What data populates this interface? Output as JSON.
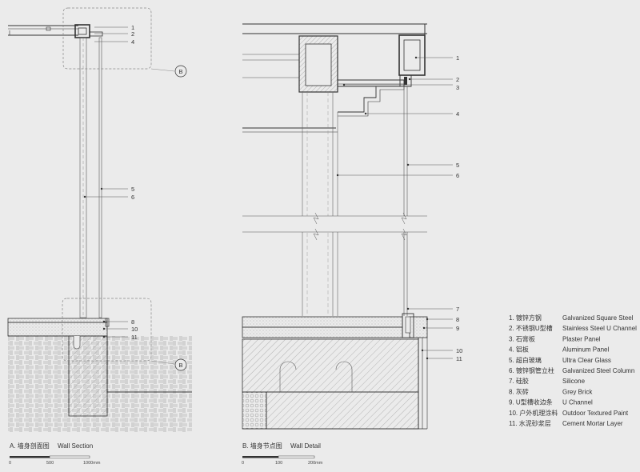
{
  "panelA": {
    "caption_cn": "A. 墙身剖面图",
    "caption_en": "Wall Section",
    "scale": [
      "0",
      "500",
      "1000mm"
    ],
    "callouts": [
      "1",
      "2",
      "4",
      "5",
      "6",
      "8",
      "10",
      "11"
    ],
    "detail_tag": "B"
  },
  "panelB": {
    "caption_cn": "B. 墙身节点图",
    "caption_en": "Wall Detail",
    "scale": [
      "0",
      "100",
      "200mm"
    ],
    "callouts": [
      "1",
      "2",
      "3",
      "4",
      "5",
      "6",
      "7",
      "8",
      "9",
      "10",
      "11"
    ]
  },
  "legend": [
    {
      "cn": "1. 镀锌方钢",
      "en": "Galvanized Square Steel"
    },
    {
      "cn": "2. 不锈钢U型槽",
      "en": "Stainless Steel U Channel"
    },
    {
      "cn": "3. 石膏板",
      "en": "Plaster Panel"
    },
    {
      "cn": "4. 铝板",
      "en": "Aluminum Panel"
    },
    {
      "cn": "5. 超白玻璃",
      "en": "Ultra Clear Glass"
    },
    {
      "cn": "6. 镀锌钢管立柱",
      "en": "Galvanized Steel Column"
    },
    {
      "cn": "7. 硅胶",
      "en": "Silicone"
    },
    {
      "cn": "8. 灰砖",
      "en": "Grey Brick"
    },
    {
      "cn": "9. U型槽收边条",
      "en": "U Channel"
    },
    {
      "cn": "10. 户外机理涂料",
      "en": "Outdoor Textured Paint"
    },
    {
      "cn": "11. 水泥砂浆层",
      "en": "Cement Mortar Layer"
    }
  ],
  "colors": {
    "background": "#ebebeb",
    "line": "#333333",
    "hatch": "#9a9a9a"
  }
}
